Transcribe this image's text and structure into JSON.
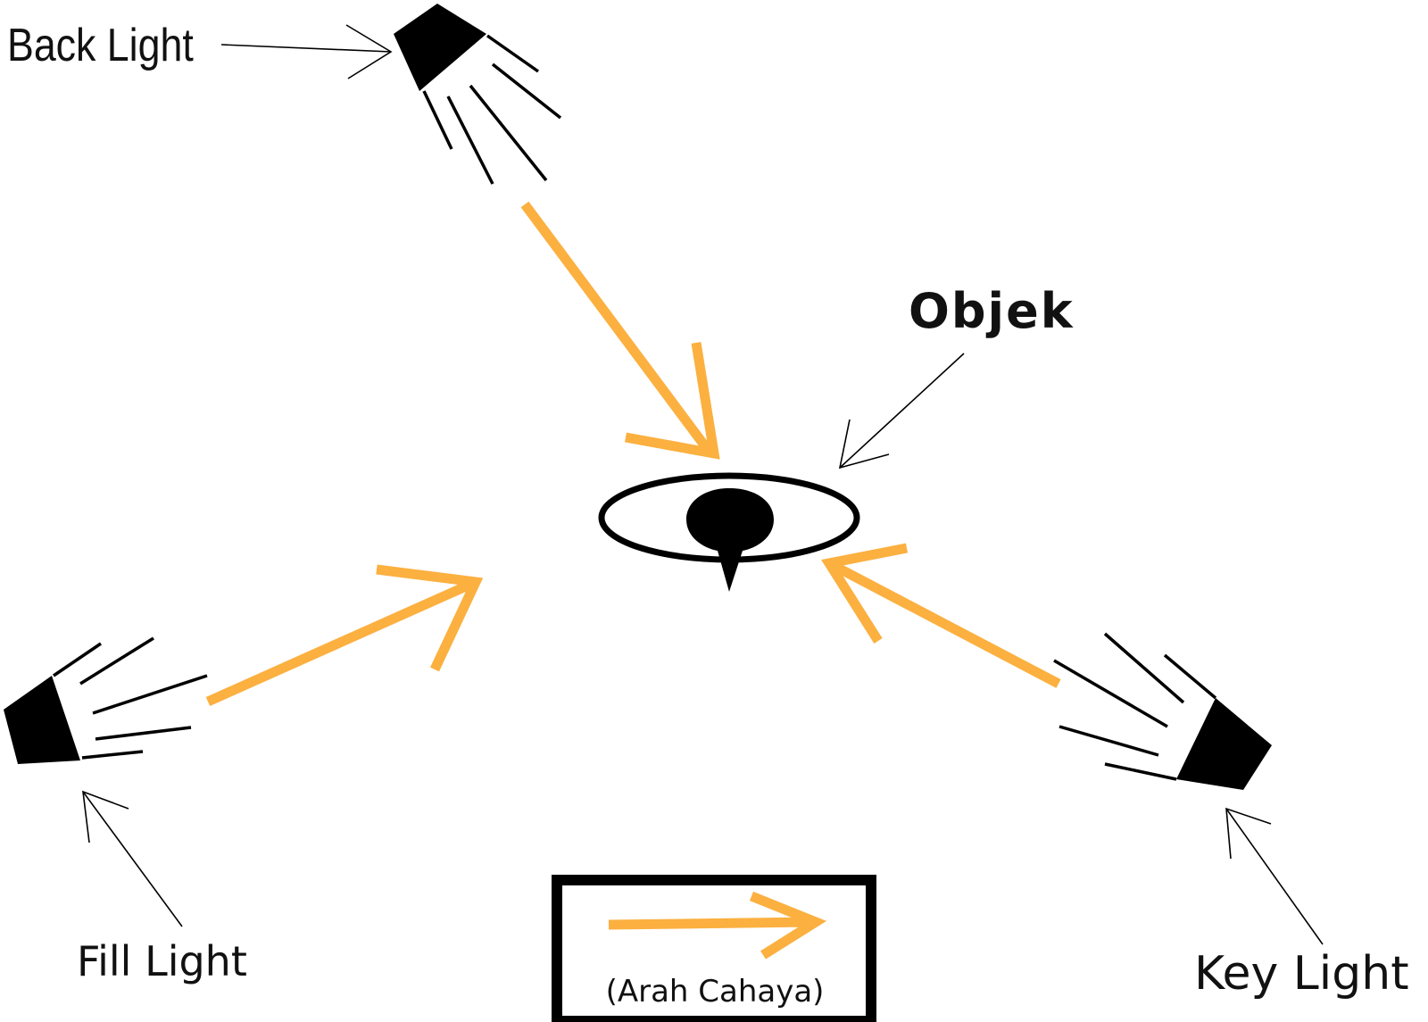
{
  "labels": {
    "back_light": "Back Light",
    "fill_light": "Fill Light",
    "key_light": "Key Light",
    "object": "Objek",
    "legend_caption": "(Arah Cahaya)"
  },
  "colors": {
    "light_direction_arrow": "#FBB040",
    "lamp": "#000000",
    "background": "#FFFFFF"
  },
  "icons": {
    "lamps": [
      "spotlight-icon",
      "spotlight-icon",
      "spotlight-icon"
    ],
    "object": "head-top-view-icon"
  }
}
